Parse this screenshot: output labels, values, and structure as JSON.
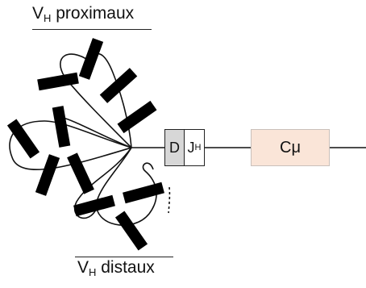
{
  "labels": {
    "proximal_main": "V",
    "proximal_sub": "H",
    "proximal_rest": "proximaux",
    "distal_main": "V",
    "distal_sub": "H",
    "distal_rest": "distaux"
  },
  "segments": {
    "d_label": "D",
    "j_main": "J",
    "j_sub": "H",
    "c_label": "Cμ"
  },
  "colors": {
    "d_fill": "#d7d7d7",
    "c_fill": "#fae5d8",
    "gene_bar": "#000000"
  }
}
